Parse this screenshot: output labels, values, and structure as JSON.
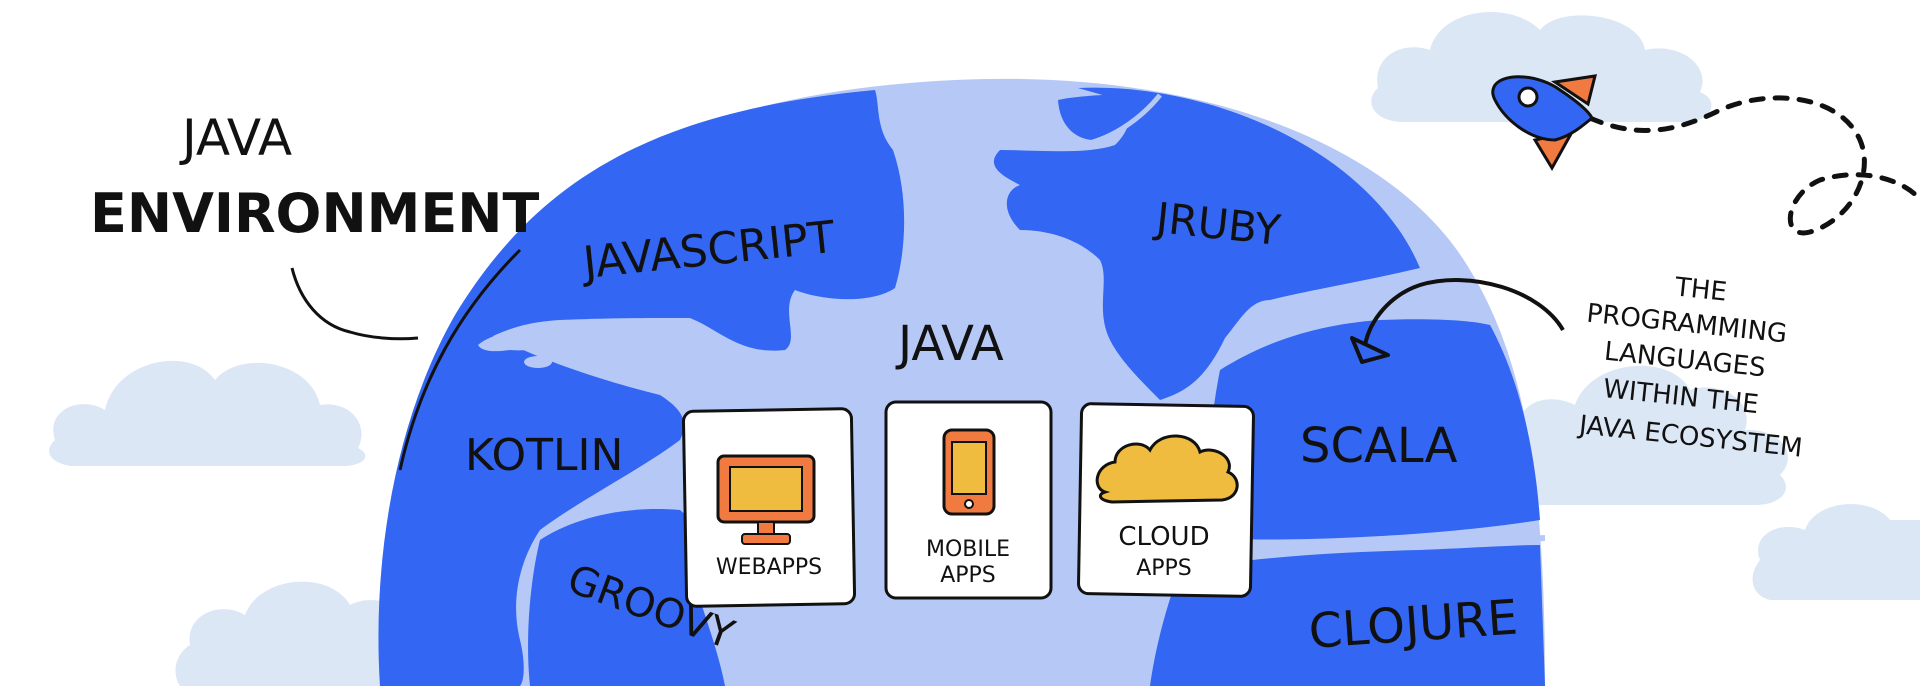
{
  "title": {
    "line1": "JAVA",
    "line2": "ENVIRONMENT"
  },
  "center_label": "JAVA",
  "languages": {
    "javascript": "JAVASCRIPT",
    "jruby": "JRUBY",
    "kotlin": "KOTLIN",
    "groovy": "GROOVY",
    "scala": "SCALA",
    "clojure": "CLOJURE"
  },
  "cards": {
    "web": {
      "line1": "WEBAPPS",
      "line2": ""
    },
    "mobile": {
      "line1": "MOBILE",
      "line2": "APPS"
    },
    "cloud": {
      "line1": "CLOUD",
      "line2": "APPS"
    }
  },
  "annotation": {
    "line1": "THE",
    "line2": "PROGRAMMING",
    "line3": "LANGUAGES",
    "line4": "WITHIN THE",
    "line5": "JAVA ECOSYSTEM"
  },
  "icons": {
    "web": "monitor-icon",
    "mobile": "phone-icon",
    "cloud": "cloud-icon",
    "rocket": "rocket-icon"
  },
  "colors": {
    "globe_ocean": "#b6c9f6",
    "globe_land": "#3366f2",
    "sky_cloud": "#dce7f6",
    "icon_orange": "#f07a40",
    "icon_yellow": "#efbc3f",
    "ink": "#111111"
  }
}
